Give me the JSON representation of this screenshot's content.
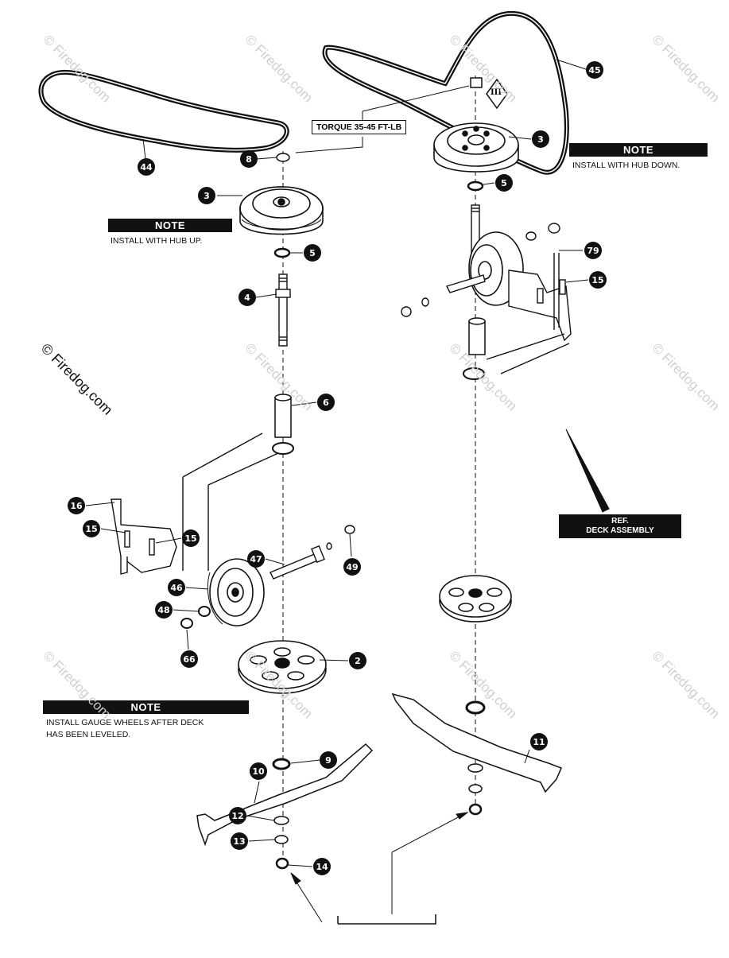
{
  "callouts": [
    {
      "n": "45"
    },
    {
      "n": "44"
    },
    {
      "n": "8"
    },
    {
      "n": "3"
    },
    {
      "n": "3"
    },
    {
      "n": "5"
    },
    {
      "n": "5"
    },
    {
      "n": "4"
    },
    {
      "n": "6"
    },
    {
      "n": "79"
    },
    {
      "n": "15"
    },
    {
      "n": "16"
    },
    {
      "n": "15"
    },
    {
      "n": "15"
    },
    {
      "n": "47"
    },
    {
      "n": "49"
    },
    {
      "n": "46"
    },
    {
      "n": "48"
    },
    {
      "n": "66"
    },
    {
      "n": "2"
    },
    {
      "n": "10"
    },
    {
      "n": "9"
    },
    {
      "n": "12"
    },
    {
      "n": "13"
    },
    {
      "n": "14"
    },
    {
      "n": "11"
    }
  ],
  "torque_label": "TORQUE 35-45 FT-LB",
  "notes": {
    "hub_down": {
      "head": "NOTE",
      "body": "INSTALL WITH HUB DOWN."
    },
    "hub_up": {
      "head": "NOTE",
      "body": "INSTALL WITH HUB UP."
    },
    "gauge": {
      "head": "NOTE",
      "body1": "INSTALL GAUGE WHEELS AFTER DECK",
      "body2": "HAS BEEN LEVELED."
    }
  },
  "ref_deck": {
    "line1": "REF.",
    "line2": "DECK ASSEMBLY"
  },
  "copyright": "© Firedog.com",
  "watermark": "© Firedog.com",
  "direction_symbol": "III"
}
